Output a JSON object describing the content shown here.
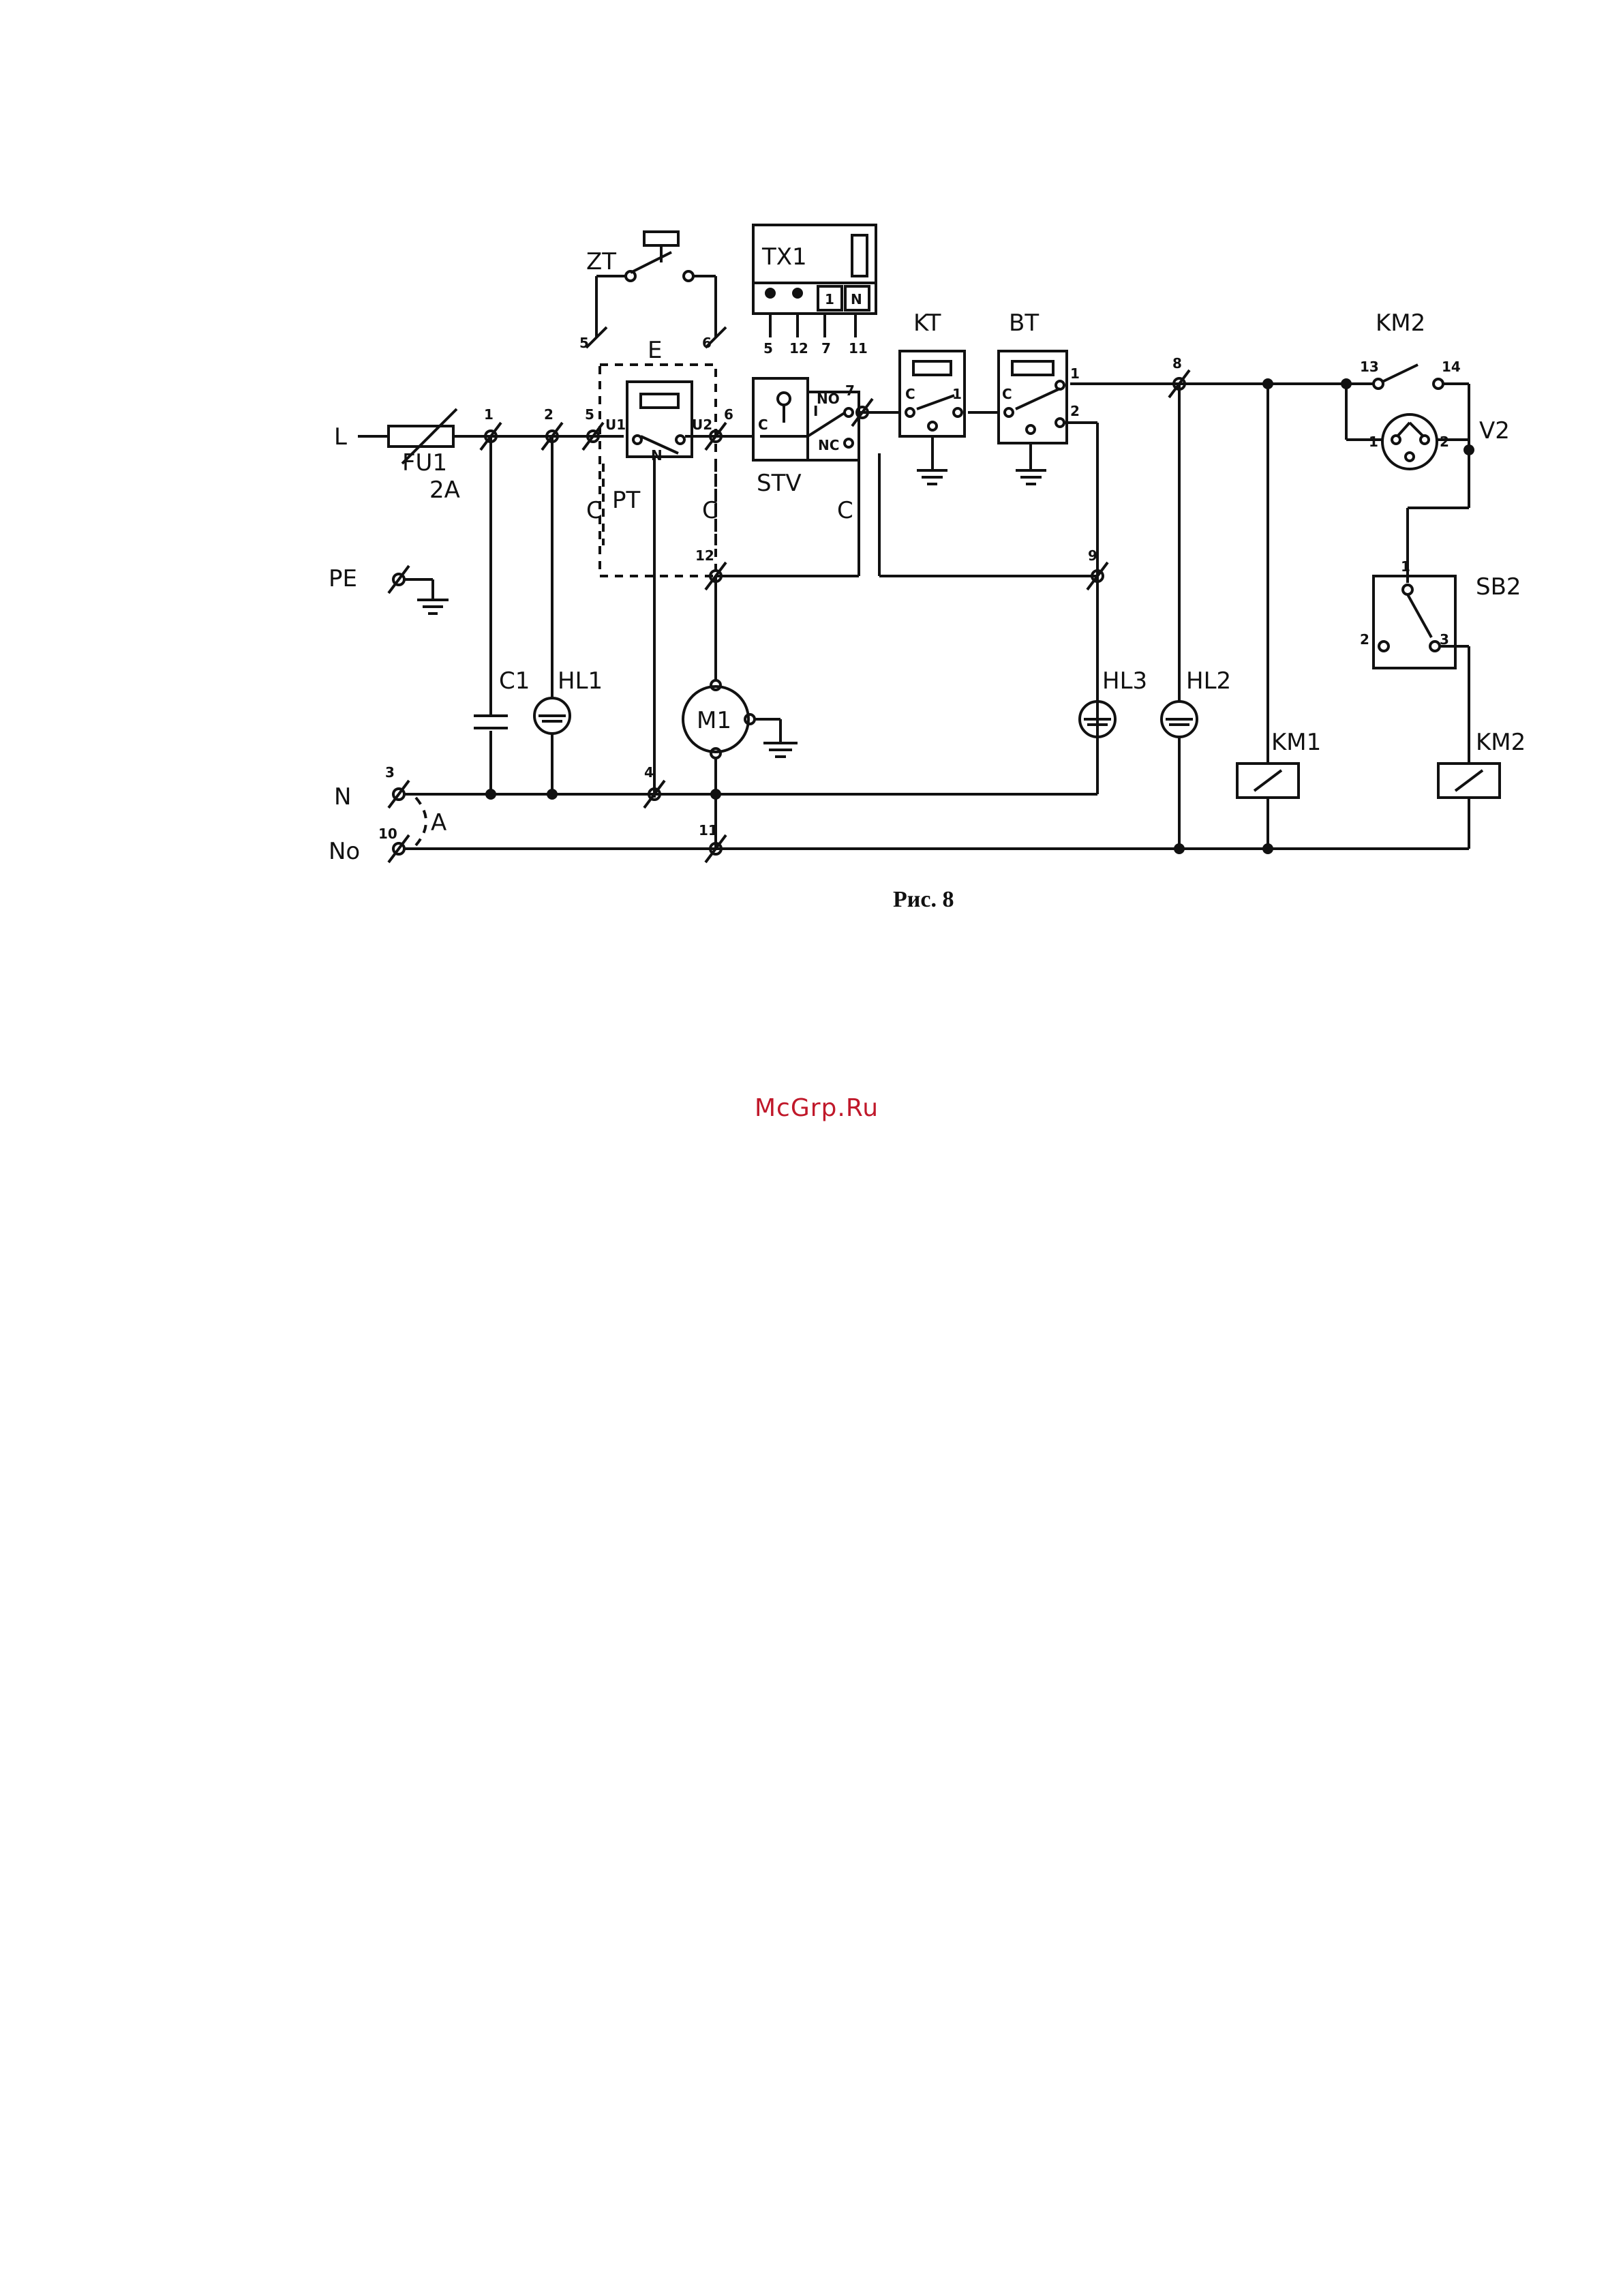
{
  "diagram": {
    "caption": "Рис. 8",
    "watermark": "McGrp.Ru",
    "lines": {
      "L": "L",
      "PE": "PE",
      "N": "N",
      "No": "No"
    },
    "components": {
      "FU1": "FU1",
      "FU1_rating": "2A",
      "C1": "C1",
      "HL1": "HL1",
      "HL2": "HL2",
      "HL3": "HL3",
      "M1": "M1",
      "PT": "PT",
      "E": "E",
      "ZT": "ZT",
      "TX1": "TX1",
      "STV": "STV",
      "KT": "KT",
      "BT": "BT",
      "KM1": "KM1",
      "KM2_coil": "KM2",
      "KM2_contact": "KM2",
      "V2": "V2",
      "SB2": "SB2",
      "A": "A",
      "C_left": "C",
      "C_mid": "C",
      "C_stv": "C"
    },
    "terminals": {
      "t1": "1",
      "t2": "2",
      "t5": "5",
      "t6": "6",
      "t7": "7",
      "t8": "8",
      "t9": "9",
      "t3": "3",
      "t10": "10",
      "t4": "4",
      "t11": "11",
      "t12": "12",
      "zt5": "5",
      "zt6": "6",
      "tx1_5": "5",
      "tx1_12": "12",
      "tx1_7": "7",
      "tx1_11": "11",
      "km2_13": "13",
      "km2_14": "14",
      "v2_1": "1",
      "v2_2": "2",
      "sb2_1": "1",
      "sb2_2": "2",
      "sb2_3": "3",
      "bt_1": "1",
      "bt_2": "2",
      "pt_u1": "U1",
      "pt_u2": "U2",
      "pt_n": "N"
    },
    "small_labels": {
      "stv_c": "C",
      "stv_no": "NO",
      "stv_nc": "NC",
      "stv_i": "I",
      "kt_c": "C",
      "kt_1": "1",
      "bt_c": "C",
      "tx1_box_1": "1",
      "tx1_box_n": "N"
    }
  }
}
